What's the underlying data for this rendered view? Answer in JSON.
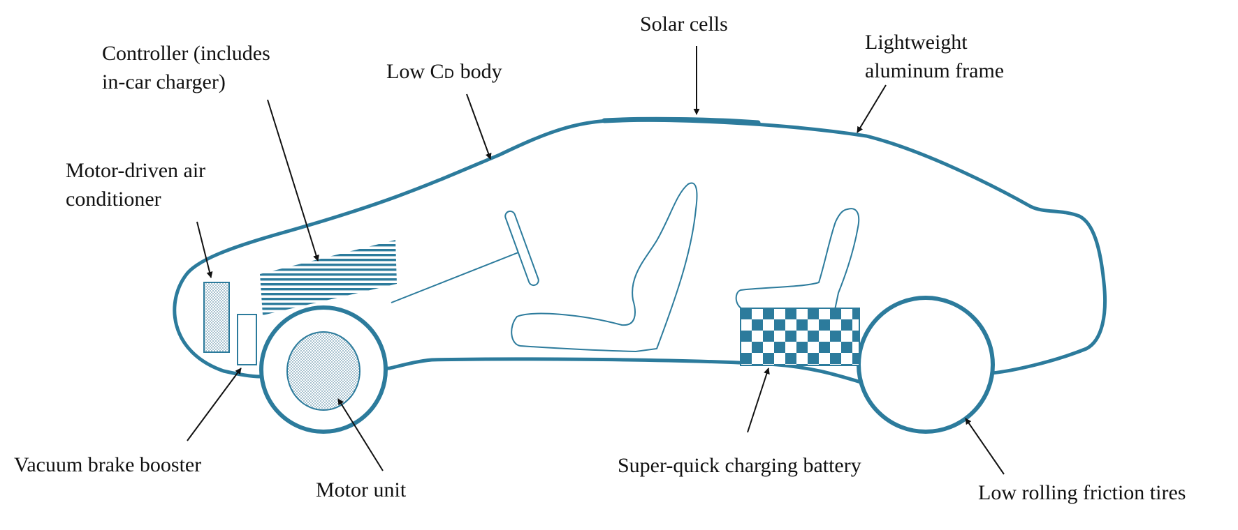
{
  "colors": {
    "outline": "#2c7b9c",
    "text": "#111111",
    "arrow": "#111111",
    "fill_dots": "#9fb9c6"
  },
  "labels": {
    "solar_cells": "Solar cells",
    "aluminum_frame_line1": "Lightweight",
    "aluminum_frame_line2": "aluminum frame",
    "low_cd_body_prefix": "Low C",
    "low_cd_body_sub": "D",
    "low_cd_body_suffix": " body",
    "controller_line1": "Controller (includes",
    "controller_line2": "in-car charger)",
    "air_conditioner_line1": "Motor-driven air",
    "air_conditioner_line2": "conditioner",
    "vacuum_brake_booster": "Vacuum brake booster",
    "motor_unit": "Motor unit",
    "battery": "Super-quick charging battery",
    "tires": "Low rolling friction tires"
  }
}
